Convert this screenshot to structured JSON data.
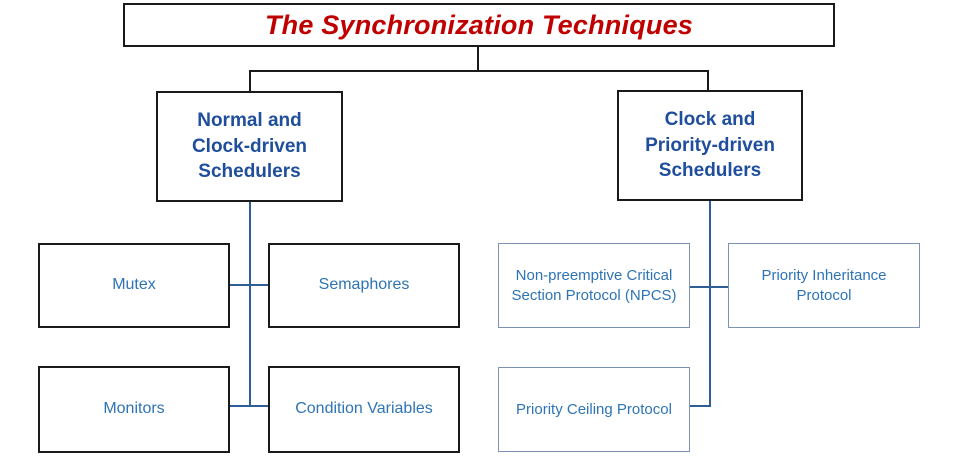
{
  "diagram": {
    "title": "The Synchronization Techniques",
    "branches": [
      {
        "label": "Normal and Clock-driven Schedulers",
        "children": [
          "Mutex",
          "Semaphores",
          "Monitors",
          "Condition Variables"
        ]
      },
      {
        "label": "Clock and Priority-driven Schedulers",
        "children": [
          "Non-preemptive Critical Section Protocol (NPCS)",
          "Priority Inheritance Protocol",
          "Priority Ceiling Protocol"
        ]
      }
    ],
    "colors": {
      "title_text": "#C00000",
      "branch_heading_text": "#1F4E9C",
      "leaf_text": "#2E74B5",
      "black_box_border": "#1A1A1A",
      "light_blue_box_border": "#7D92B5",
      "connector_blue": "#2D5E96",
      "connector_black": "#1A1A1A",
      "background": "#FFFFFF"
    }
  }
}
